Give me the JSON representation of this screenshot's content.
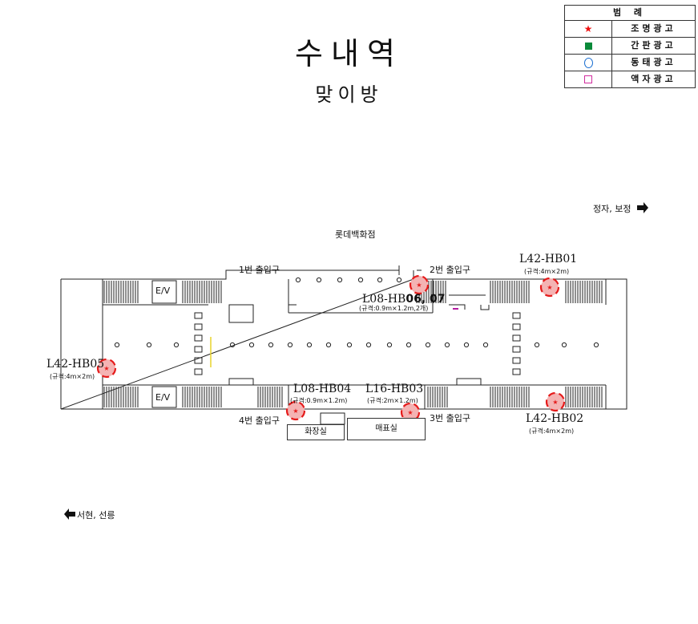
{
  "header": {
    "station": "수내역",
    "section": "맞이방"
  },
  "legend": {
    "title": "범 례",
    "items": [
      {
        "label": "조명광고",
        "symbol": "star",
        "color": "#e11111"
      },
      {
        "label": "간판광고",
        "symbol": "square",
        "color": "#0a8a3a"
      },
      {
        "label": "동태광고",
        "symbol": "circle",
        "color": "#1b6fd1"
      },
      {
        "label": "액자광고",
        "symbol": "outline-square",
        "color": "#d12c9e"
      }
    ]
  },
  "directions": {
    "right": "정자, 보정",
    "left": "서현, 선릉",
    "top_building": "롯데백화점"
  },
  "exits": {
    "e1": "1번 출입구",
    "e2": "2번 출입구",
    "e3": "3번 출입구",
    "e4": "4번 출입구"
  },
  "elevators": {
    "top": "E/V",
    "bottom": "E/V"
  },
  "rooms": {
    "restroom": "화장실",
    "ticket": "매표실"
  },
  "ads": {
    "hb01": {
      "code": "L42-HB01",
      "spec": "(규격:4m×2m)"
    },
    "hb02": {
      "code": "L42-HB02",
      "spec": "(규격:4m×2m)"
    },
    "hb03": {
      "code": "L16-HB03",
      "spec": "(규격:2m×1.2m)"
    },
    "hb04": {
      "code": "L08-HB04",
      "spec": "(규격:0.9m×1.2m)"
    },
    "hb05": {
      "code": "L42-HB05",
      "spec": "(규격:4m×2m)"
    },
    "hb0607": {
      "code_prefix": "L08-HB",
      "code_suffix": "06, 07",
      "spec": "(규격:0.9m×1.2m,2개)"
    }
  },
  "colors": {
    "highlight": "#e51b1b",
    "highlight_fill": "#f4b3b3"
  }
}
